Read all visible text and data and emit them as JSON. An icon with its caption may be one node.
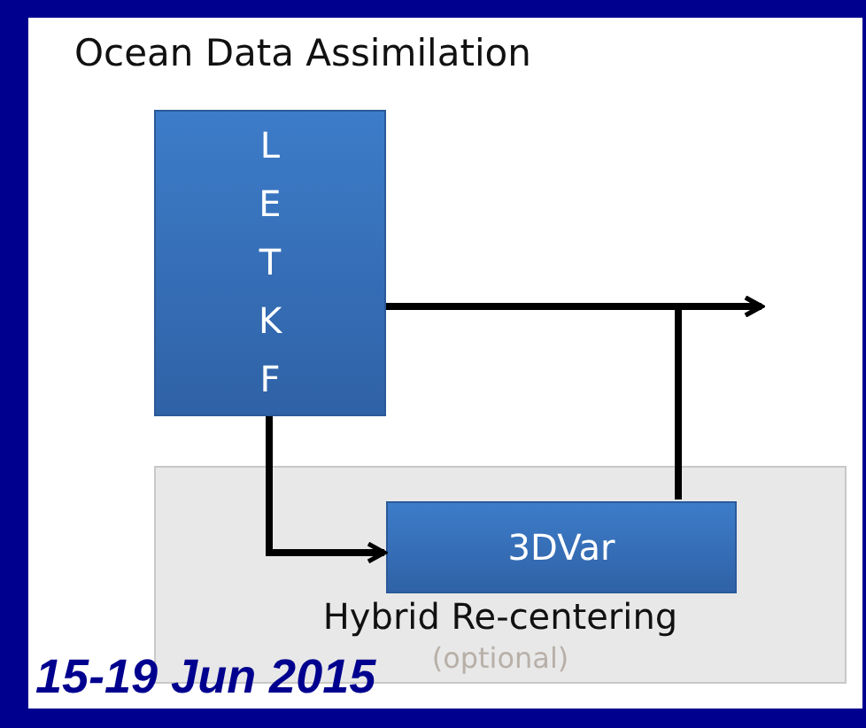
{
  "diagram": {
    "title": "Ocean Data Assimilation",
    "nodes": [
      {
        "text": [
          "L E T K F"
        ]
      },
      {
        "text": [
          "Hybrid Re-centering",
          "(optional)"
        ]
      },
      {
        "text": [
          "3DVar"
        ],
        "in": 1
      }
    ],
    "edges": [
      {
        "from": 0,
        "to": null,
        "arrow": "to"
      },
      {
        "from": 2,
        "to": null,
        "arrow": "to"
      },
      {
        "from": 0,
        "to": 2,
        "arrow": "to"
      }
    ],
    "labels": [
      "15-19 Jun 2015"
    ]
  }
}
